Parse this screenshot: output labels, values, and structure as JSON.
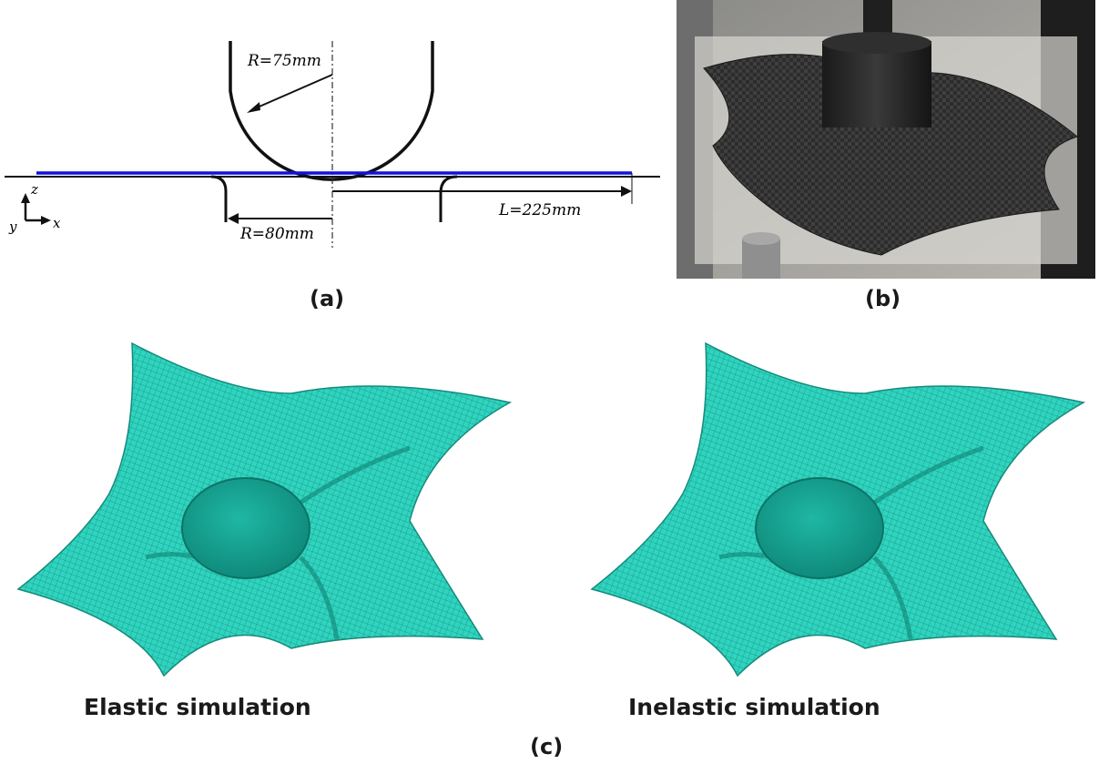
{
  "panel_a": {
    "label": "(a)",
    "punch_radius": "R=75mm",
    "die_radius": "R=80mm",
    "half_length": "L=225mm",
    "axis_z": "z",
    "axis_x": "x",
    "axis_y": "y",
    "colors": {
      "line": "#111111",
      "fabric": "#1010e0"
    }
  },
  "panel_b": {
    "label": "(b)",
    "colors": {
      "fabric": "#2e2e2e",
      "punch": "#2a2a2a",
      "frame": "#cfcfcf"
    }
  },
  "panel_c": {
    "label": "(c)",
    "left_caption": "Elastic simulation",
    "right_caption": "Inelastic simulation",
    "colors": {
      "mesh": "#2fd4bf",
      "mesh_dark": "#1a9c8c",
      "mesh_line": "#0e5f55"
    }
  }
}
